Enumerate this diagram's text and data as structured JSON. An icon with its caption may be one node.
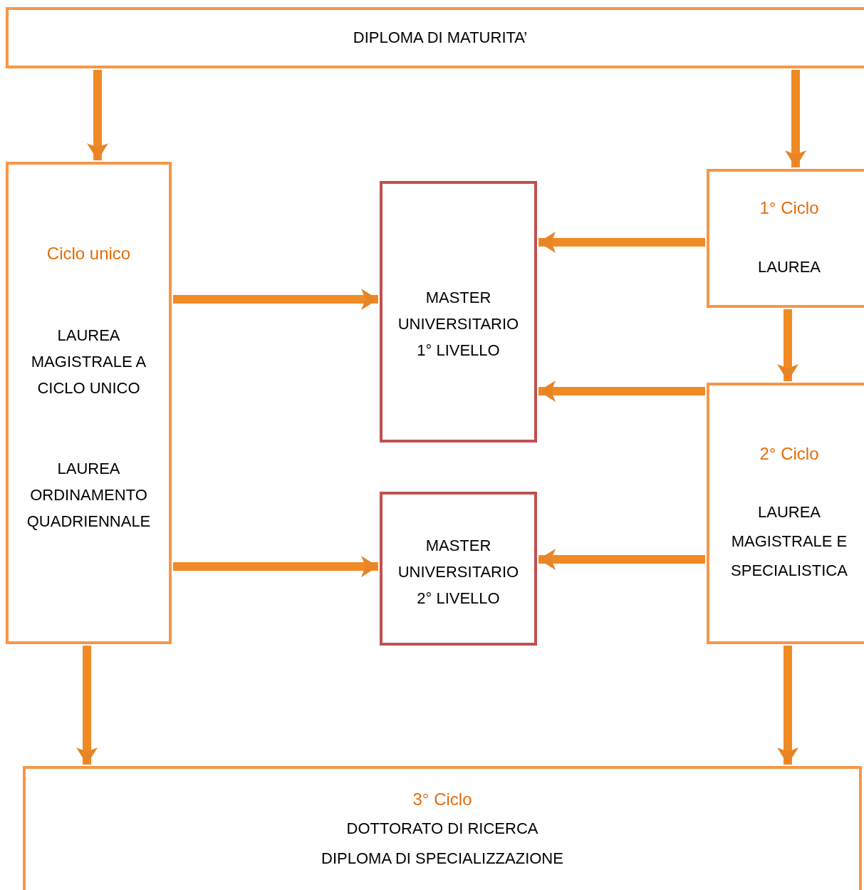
{
  "diagram": {
    "nodes": [
      {
        "text": [
          "DIPLOMA DI MATURITA’"
        ]
      },
      {
        "text": [
          "Ciclo unico",
          "LAUREA MAGISTRALE A CICLO UNICO",
          "LAUREA ORDINAMENTO QUADRIENNALE"
        ]
      },
      {
        "text": [
          "MASTER UNIVERSITARIO 1° LIVELLO"
        ]
      },
      {
        "text": [
          "MASTER UNIVERSITARIO 2° LIVELLO"
        ]
      },
      {
        "text": [
          "1° Ciclo",
          "LAUREA"
        ]
      },
      {
        "text": [
          "2° Ciclo",
          "LAUREA MAGISTRALE E SPECIALISTICA"
        ]
      },
      {
        "text": [
          "3° Ciclo",
          "DOTTORATO DI RICERCA",
          "DIPLOMA DI SPECIALIZZAZIONE"
        ]
      }
    ],
    "edges": [
      {
        "from": 0,
        "to": 1,
        "arrow": "to"
      },
      {
        "from": 0,
        "to": 4,
        "arrow": "to"
      },
      {
        "from": 4,
        "to": 2,
        "arrow": "to"
      },
      {
        "from": 1,
        "to": 2,
        "arrow": "to"
      },
      {
        "from": 4,
        "to": 5,
        "arrow": "to"
      },
      {
        "from": 5,
        "to": 2,
        "arrow": "to"
      },
      {
        "from": 1,
        "to": 3,
        "arrow": "to"
      },
      {
        "from": 5,
        "to": 3,
        "arrow": "to"
      },
      {
        "from": 1,
        "to": 6,
        "arrow": "to"
      },
      {
        "from": 5,
        "to": 6,
        "arrow": "to"
      }
    ]
  }
}
